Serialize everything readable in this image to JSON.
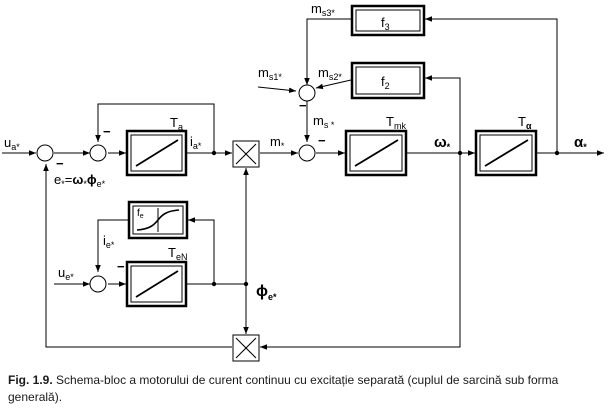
{
  "diagram": {
    "blocks": {
      "Ta": {
        "label": "T",
        "sub": "a"
      },
      "Tmk": {
        "label": "T",
        "sub": "mk"
      },
      "Talpha": {
        "label": "T",
        "sub": "α"
      },
      "TeN": {
        "label": "T",
        "sub": "eN"
      },
      "f3": {
        "label": "f",
        "sub": "3"
      },
      "f2": {
        "label": "f",
        "sub": "2"
      },
      "fe": {
        "label": "f",
        "sub": "e"
      }
    },
    "signals": {
      "ua": {
        "main": "u",
        "sub": "a*"
      },
      "ue": {
        "main": "u",
        "sub": "e*"
      },
      "ia": {
        "main": "i",
        "sub": "a*"
      },
      "ie": {
        "main": "i",
        "sub": "e*"
      },
      "m": {
        "main": "m",
        "sub": "*"
      },
      "ms": {
        "main": "m",
        "sub": "s *"
      },
      "ms1": {
        "main": "m",
        "sub": "s1*"
      },
      "ms2": {
        "main": "m",
        "sub": "s2*"
      },
      "ms3": {
        "main": "m",
        "sub": "s3*"
      },
      "omega": {
        "main": "ω",
        "sub": "*"
      },
      "alpha": {
        "main": "α",
        "sub": "*"
      },
      "phi": {
        "main": "ϕ",
        "sub": "e*"
      },
      "e_lhs": {
        "main": "e",
        "sub": "*"
      },
      "e_eq": "=",
      "e_omega": {
        "main": "ω",
        "sub": "*"
      },
      "e_phi": {
        "main": "ϕ",
        "sub": "e*"
      }
    },
    "signs": {
      "s1_minus": "−",
      "s2_minus": "−",
      "s3_minus": "−",
      "s4_minus": "−",
      "teN_minus": "−"
    }
  },
  "caption": {
    "fig_label": "Fig. 1.9.",
    "text": "Schema-bloc a motorului de curent continuu cu excitație separată (cuplul de sarcină sub forma generală)."
  }
}
